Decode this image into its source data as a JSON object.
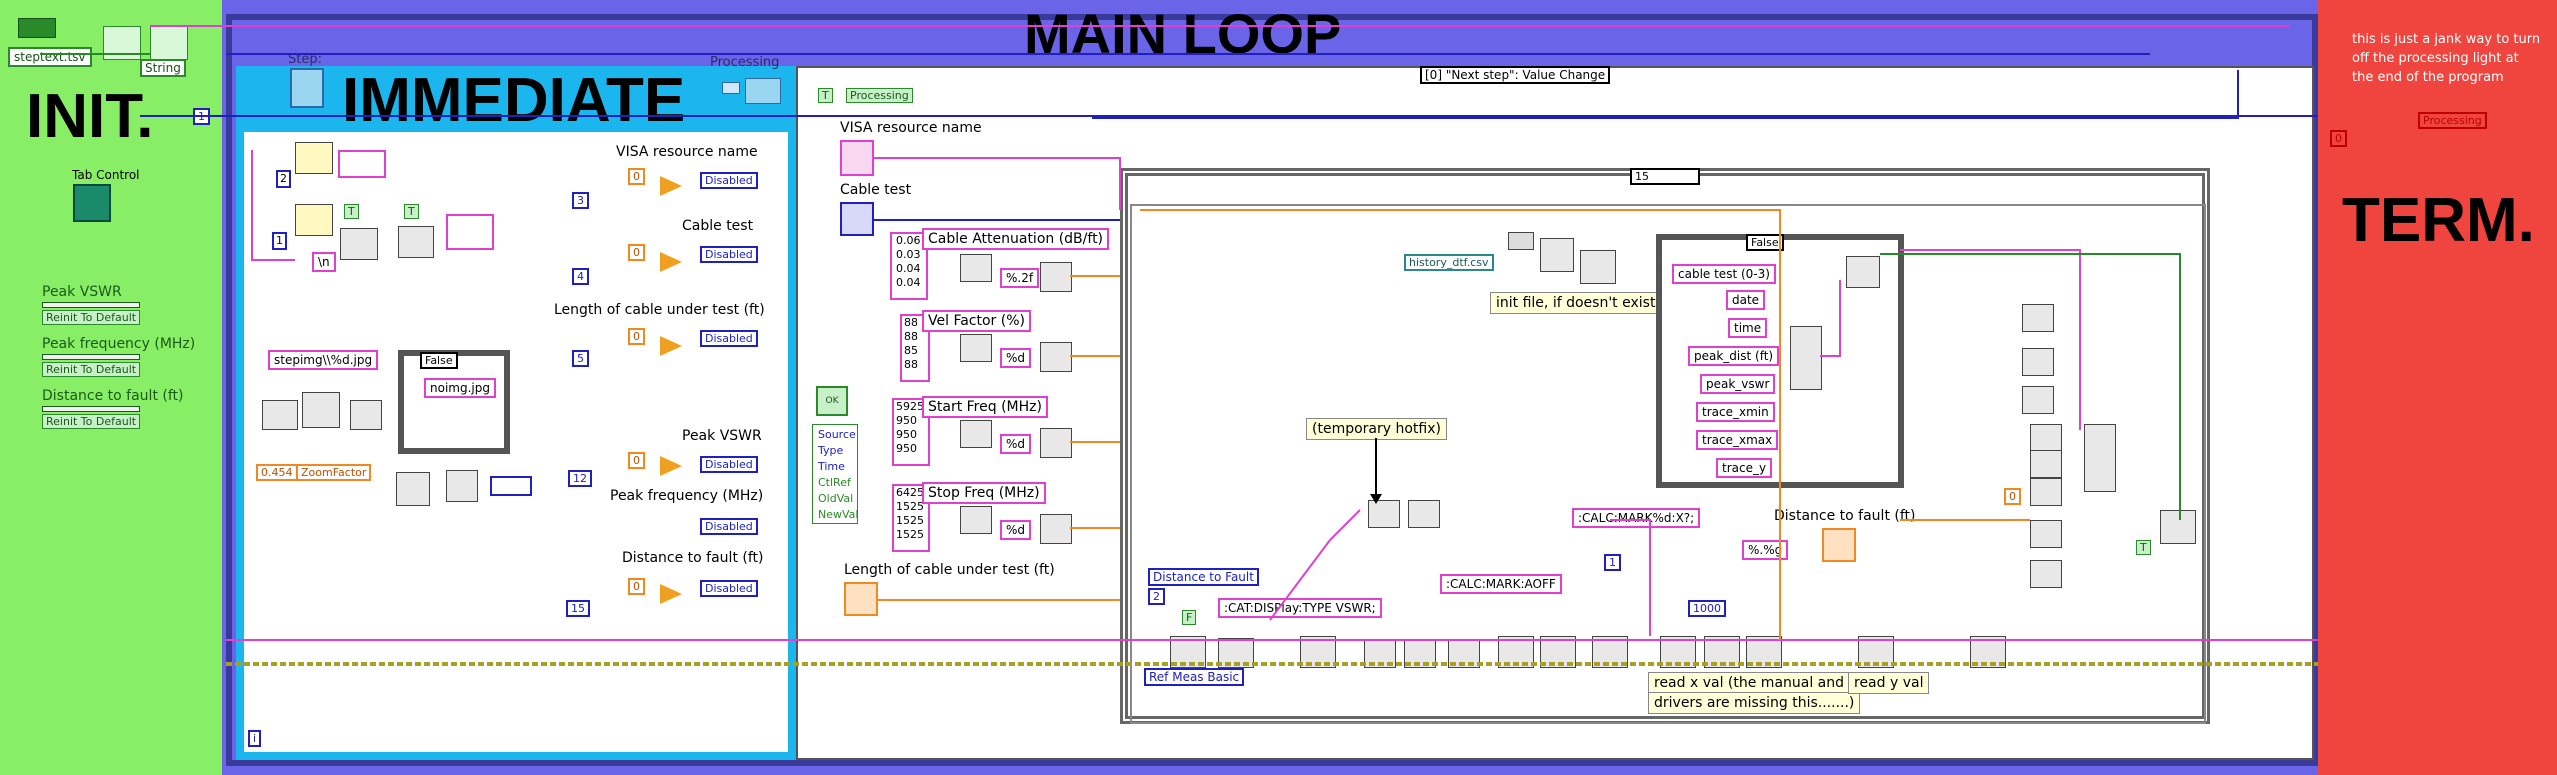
{
  "sections": {
    "init": "INIT.",
    "main_loop": "MAIN LOOP",
    "immediate": "IMMEDIATE",
    "term": "TERM."
  },
  "init_panel": {
    "file_constant": "steptext.tsv",
    "string_selector": "String",
    "tab_control": "Tab Control",
    "indicators": [
      {
        "label": "Peak VSWR",
        "button": "Reinit To Default"
      },
      {
        "label": "Peak frequency (MHz)",
        "button": "Reinit To Default"
      },
      {
        "label": "Distance to fault (ft)",
        "button": "Reinit To Default"
      }
    ],
    "loop_const": "1"
  },
  "immediate_panel": {
    "step_label": "Step:",
    "processing_label": "Processing",
    "step_pattern": "stepimg\\\\%d.jpg",
    "false_case": "False",
    "noimg": "noimg.jpg",
    "zoom_value": "0.454",
    "zoom_label": "ZoomFactor",
    "newline_const": "\\n",
    "controls": [
      {
        "label": "VISA resource name",
        "index": "3",
        "state": "Disabled"
      },
      {
        "label": "Cable test",
        "index": "4",
        "state": "Disabled"
      },
      {
        "label": "Length of cable under test (ft)",
        "index": "5",
        "state": "Disabled"
      },
      {
        "label": "Peak VSWR",
        "index": "12",
        "state": "Disabled"
      },
      {
        "label": "Peak frequency (MHz)",
        "index": "",
        "state": "Disabled"
      },
      {
        "label": "Distance to fault (ft)",
        "index": "15",
        "state": "Disabled"
      }
    ],
    "const_zero": "0",
    "const_two": "2",
    "info_i": "i"
  },
  "main_panel": {
    "event_selector": "[0] \"Next step\": Value Change",
    "processing_ind": "Processing",
    "visa_label": "VISA resource name",
    "cable_test_label": "Cable test",
    "attenuation": {
      "label": "Cable Attenuation (dB/ft)",
      "values": [
        "0.06",
        "0.03",
        "0.04",
        "0.04"
      ],
      "fmt": "%.2f"
    },
    "vel_factor": {
      "label": "Vel Factor (%)",
      "values": [
        "88",
        "88",
        "85",
        "88"
      ],
      "fmt": "%d"
    },
    "start_freq": {
      "label": "Start Freq (MHz)",
      "values": [
        "5925",
        "950",
        "950",
        "950"
      ],
      "fmt": "%d"
    },
    "stop_freq": {
      "label": "Stop Freq (MHz)",
      "values": [
        "6425",
        "1525",
        "1525",
        "1525"
      ],
      "fmt": "%d"
    },
    "length_label": "Length of cable under test (ft)",
    "event_data": [
      "Source",
      "Type",
      "Time",
      "CtlRef",
      "OldVal",
      "NewVal"
    ],
    "ok_label": "OK",
    "case_value": "15",
    "distance_to_fault_ring": "Distance to Fault",
    "ref_meas": "Ref Meas Basic",
    "num_two": "2",
    "bool_f": "F",
    "hotfix": "(temporary hotfix)",
    "cmd_disp": ":CAT:DISPlay:TYPE VSWR;",
    "cmd_mark": ":CALC:MARK%d:X?;",
    "cmd_aoff": ":CALC:MARK:AOFF",
    "fmt_g": "%.%g",
    "const_1000": "1000",
    "const_1": "1",
    "dtf_label": "Distance to fault (ft)",
    "read_x_note_1": "read x val (the manual and",
    "read_x_note_2": "drivers are missing this.......)",
    "read_y_note": "read y val",
    "history_file": "history_dtf.csv",
    "init_file_note": "init file, if doesn't exist",
    "false_case2": "False",
    "columns": [
      "cable test (0-3)",
      "date",
      "time",
      "peak_dist (ft)",
      "peak_vswr",
      "trace_xmin",
      "trace_xmax",
      "trace_y"
    ],
    "const_zero2": "0",
    "bool_t": "T"
  },
  "term_panel": {
    "note": "this is just a jank way to turn off the processing light at the end of the program",
    "const_zero": "0",
    "processing_ind": "Processing"
  },
  "colors": {
    "init_bg": "#88ee66",
    "main_loop_bg": "#6a64e8",
    "immediate_bg": "#1cb6ee",
    "term_bg": "#f0443e",
    "wire_pink": "#e040d0",
    "wire_orange": "#f08a20",
    "wire_blue": "#2020c0",
    "wire_green": "#2a8a2a"
  }
}
